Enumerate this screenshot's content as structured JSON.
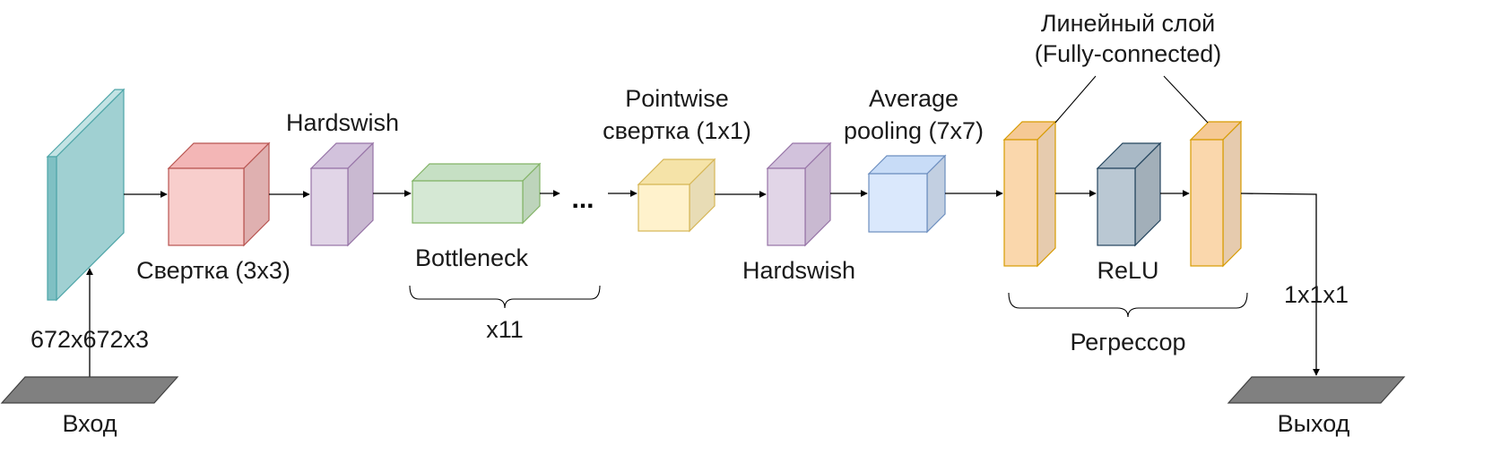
{
  "labels": {
    "conv3": "Свертка (3x3)",
    "hardswish1": "Hardswish",
    "bottleneck": "Bottleneck",
    "repeat": "x11",
    "ellipsis": "...",
    "pointwise_line1": "Pointwise",
    "pointwise_line2": "свертка (1x1)",
    "hardswish2": "Hardswish",
    "avgpool_line1": "Average",
    "avgpool_line2": "pooling (7x7)",
    "linear_line1": "Линейный слой",
    "linear_line2": "(Fully-connected)",
    "relu": "ReLU",
    "regressor": "Регрессор",
    "input_size": "672x672x3",
    "output_size": "1x1x1",
    "input": "Вход",
    "output": "Выход"
  },
  "colors": {
    "input_map": "#a0d0d2",
    "conv": "#f7c9c9",
    "hardswish": "#e1d5e7",
    "bottleneck": "#d5e8d4",
    "pointwise": "#fff2cc",
    "avgpool": "#dae8fc",
    "fully_connected": "#fad7ac",
    "relu": "#bac8d3",
    "io_plate": "#808080"
  }
}
